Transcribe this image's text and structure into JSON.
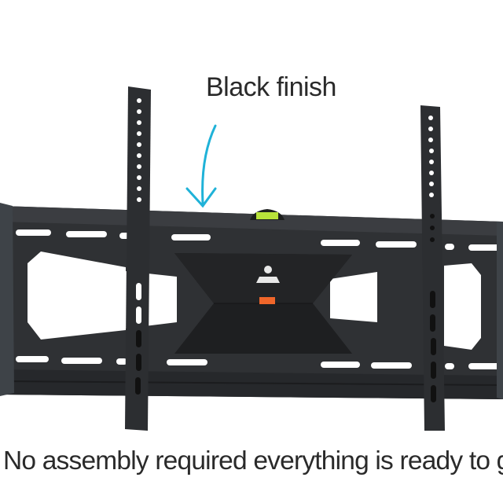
{
  "image": {
    "subject": "TV wall mount bracket",
    "finish_color": "#2b2d30",
    "background": "#ffffff"
  },
  "annotations": {
    "top_caption": "Black finish",
    "bottom_caption": "No assembly required everything is ready to go",
    "arrow_color": "#1fb2d8",
    "arrow_icon": "curved-down-arrow"
  },
  "details": {
    "bubble_level_color": "#b8e23a",
    "center_tab_color": "#f0662a",
    "logo": "brand-logo-emblem"
  }
}
